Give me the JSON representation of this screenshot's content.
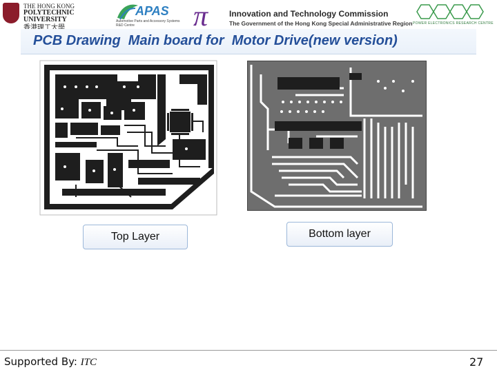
{
  "header": {
    "polyu": {
      "line1": "THE HONG KONG",
      "line2": "POLYTECHNIC UNIVERSITY",
      "chinese": "香港理工大學"
    },
    "apas": {
      "name": "APAS",
      "subtitle": "Automotive Parts and Accessory Systems R&D Centre"
    },
    "itc": {
      "symbol": "π",
      "title": "Innovation and Technology Commission",
      "subtitle": "The Government of the Hong Kong Special Administrative Region"
    },
    "perc": {
      "caption": "POWER ELECTRONICS RESEARCH CENTRE"
    }
  },
  "slide": {
    "title": "PCB Drawing  Main board for  Motor Drive(new version)",
    "top_layer_label": "Top Layer",
    "bottom_layer_label": "Bottom layer"
  },
  "footer": {
    "supported_prefix": "Supported By: ",
    "supported_org": "ITC",
    "page_number": "27"
  },
  "colors": {
    "title": "#244f99",
    "pcb_copper": "#1e1e1e",
    "pcb_bottom": "#6e6e6e"
  }
}
